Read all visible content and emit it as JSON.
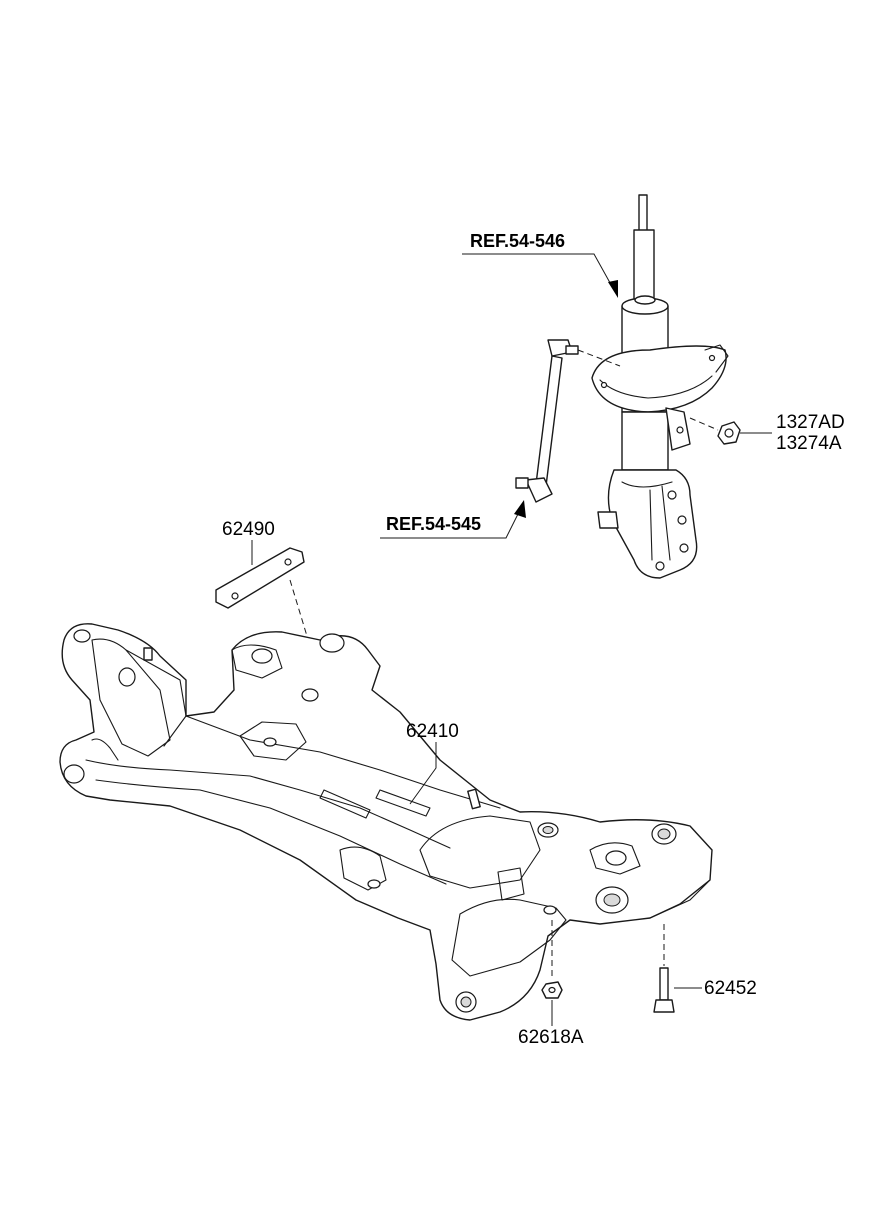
{
  "labels": {
    "ref_54_546": "REF.54-546",
    "ref_54_545": "REF.54-545",
    "part_1327AD": "1327AD",
    "part_13274A": "13274A",
    "part_62490": "62490",
    "part_62410": "62410",
    "part_62452": "62452",
    "part_62618A": "62618A"
  }
}
